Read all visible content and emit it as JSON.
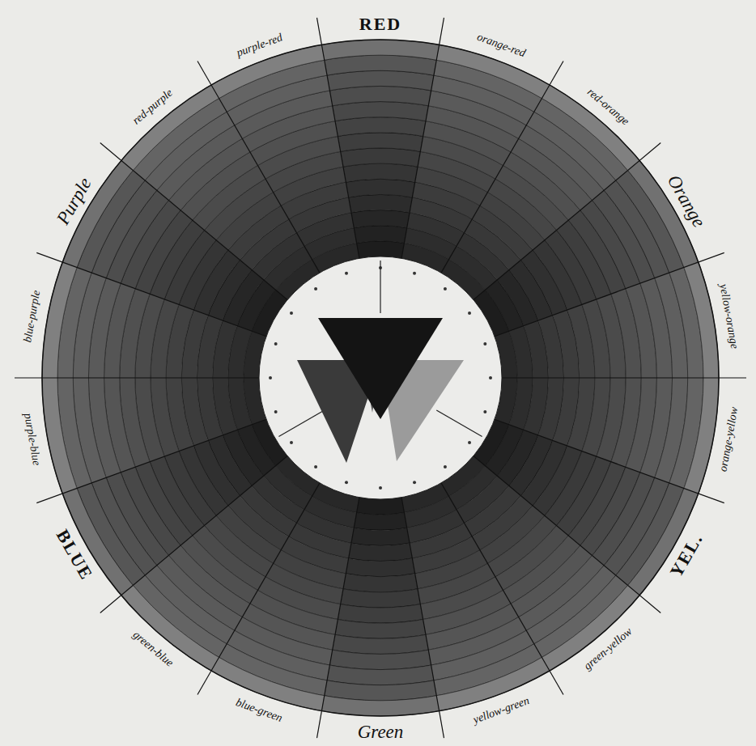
{
  "diagram": {
    "labels": [
      "RED",
      "orange-red",
      "red-orange",
      "Orange",
      "yellow-orange",
      "orange-yellow",
      "YEL.",
      "green-yellow",
      "yellow-green",
      "Green",
      "blue-green",
      "green-blue",
      "BLUE",
      "purple-blue",
      "blue-purple",
      "Purple",
      "red-purple",
      "purple-red"
    ]
  }
}
